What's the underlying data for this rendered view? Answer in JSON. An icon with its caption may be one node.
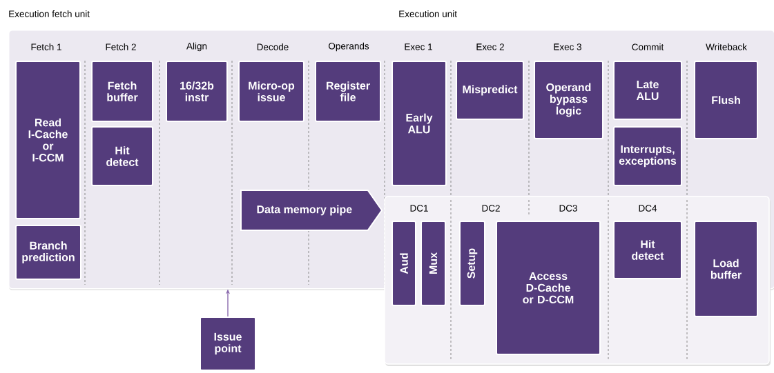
{
  "diagram": {
    "nodes": [
      {
        "text": [],
        "shape": "box"
      },
      {
        "text": [
          "Read I-Cache or I-CCM"
        ],
        "in": 0
      },
      {
        "text": [
          "Fetch buffer"
        ],
        "in": 0
      },
      {
        "text": [
          "16/32b instr"
        ],
        "in": 0
      },
      {
        "text": [
          "Micro-op issue"
        ],
        "in": 0
      },
      {
        "text": [
          "Register file"
        ],
        "in": 0
      },
      {
        "text": [
          "Early ALU"
        ],
        "in": 0
      },
      {
        "text": [
          "Mispredict"
        ],
        "in": 0
      },
      {
        "text": [
          "Operand bypass logic"
        ],
        "in": 0
      },
      {
        "text": [
          "Late ALU"
        ],
        "in": 0
      },
      {
        "text": [
          "Flush"
        ],
        "in": 0
      },
      {
        "text": [
          "Hit detect"
        ],
        "in": 0
      },
      {
        "text": [
          "Interrupts, exceptions"
        ],
        "in": 0
      },
      {
        "text": [
          "Data memory pipe"
        ],
        "in": 0
      },
      {
        "text": [
          "Branch prediction"
        ],
        "in": 0
      },
      {
        "text": [
          "Aud"
        ]
      },
      {
        "text": [
          "Mux"
        ]
      },
      {
        "text": [
          "Setup"
        ]
      },
      {
        "text": [
          "Access D-Cache or D-CCM"
        ]
      },
      {
        "text": [
          "Hit detect"
        ],
        "in": 0
      },
      {
        "text": [
          "Load buffer"
        ]
      },
      {
        "text": [
          "Issue point"
        ]
      }
    ],
    "edges": [
      {
        "from": 21,
        "to": 0,
        "arrow": "to"
      }
    ],
    "labels": [
      "Execution fetch unit",
      "Execution unit",
      "Fetch 1",
      "Fetch 2",
      "Align",
      "Decode",
      "Operands",
      "Exec 1",
      "Exec 2",
      "Exec 3",
      "Commit",
      "Writeback",
      "DC1",
      "DC2",
      "DC3",
      "DC4"
    ]
  }
}
